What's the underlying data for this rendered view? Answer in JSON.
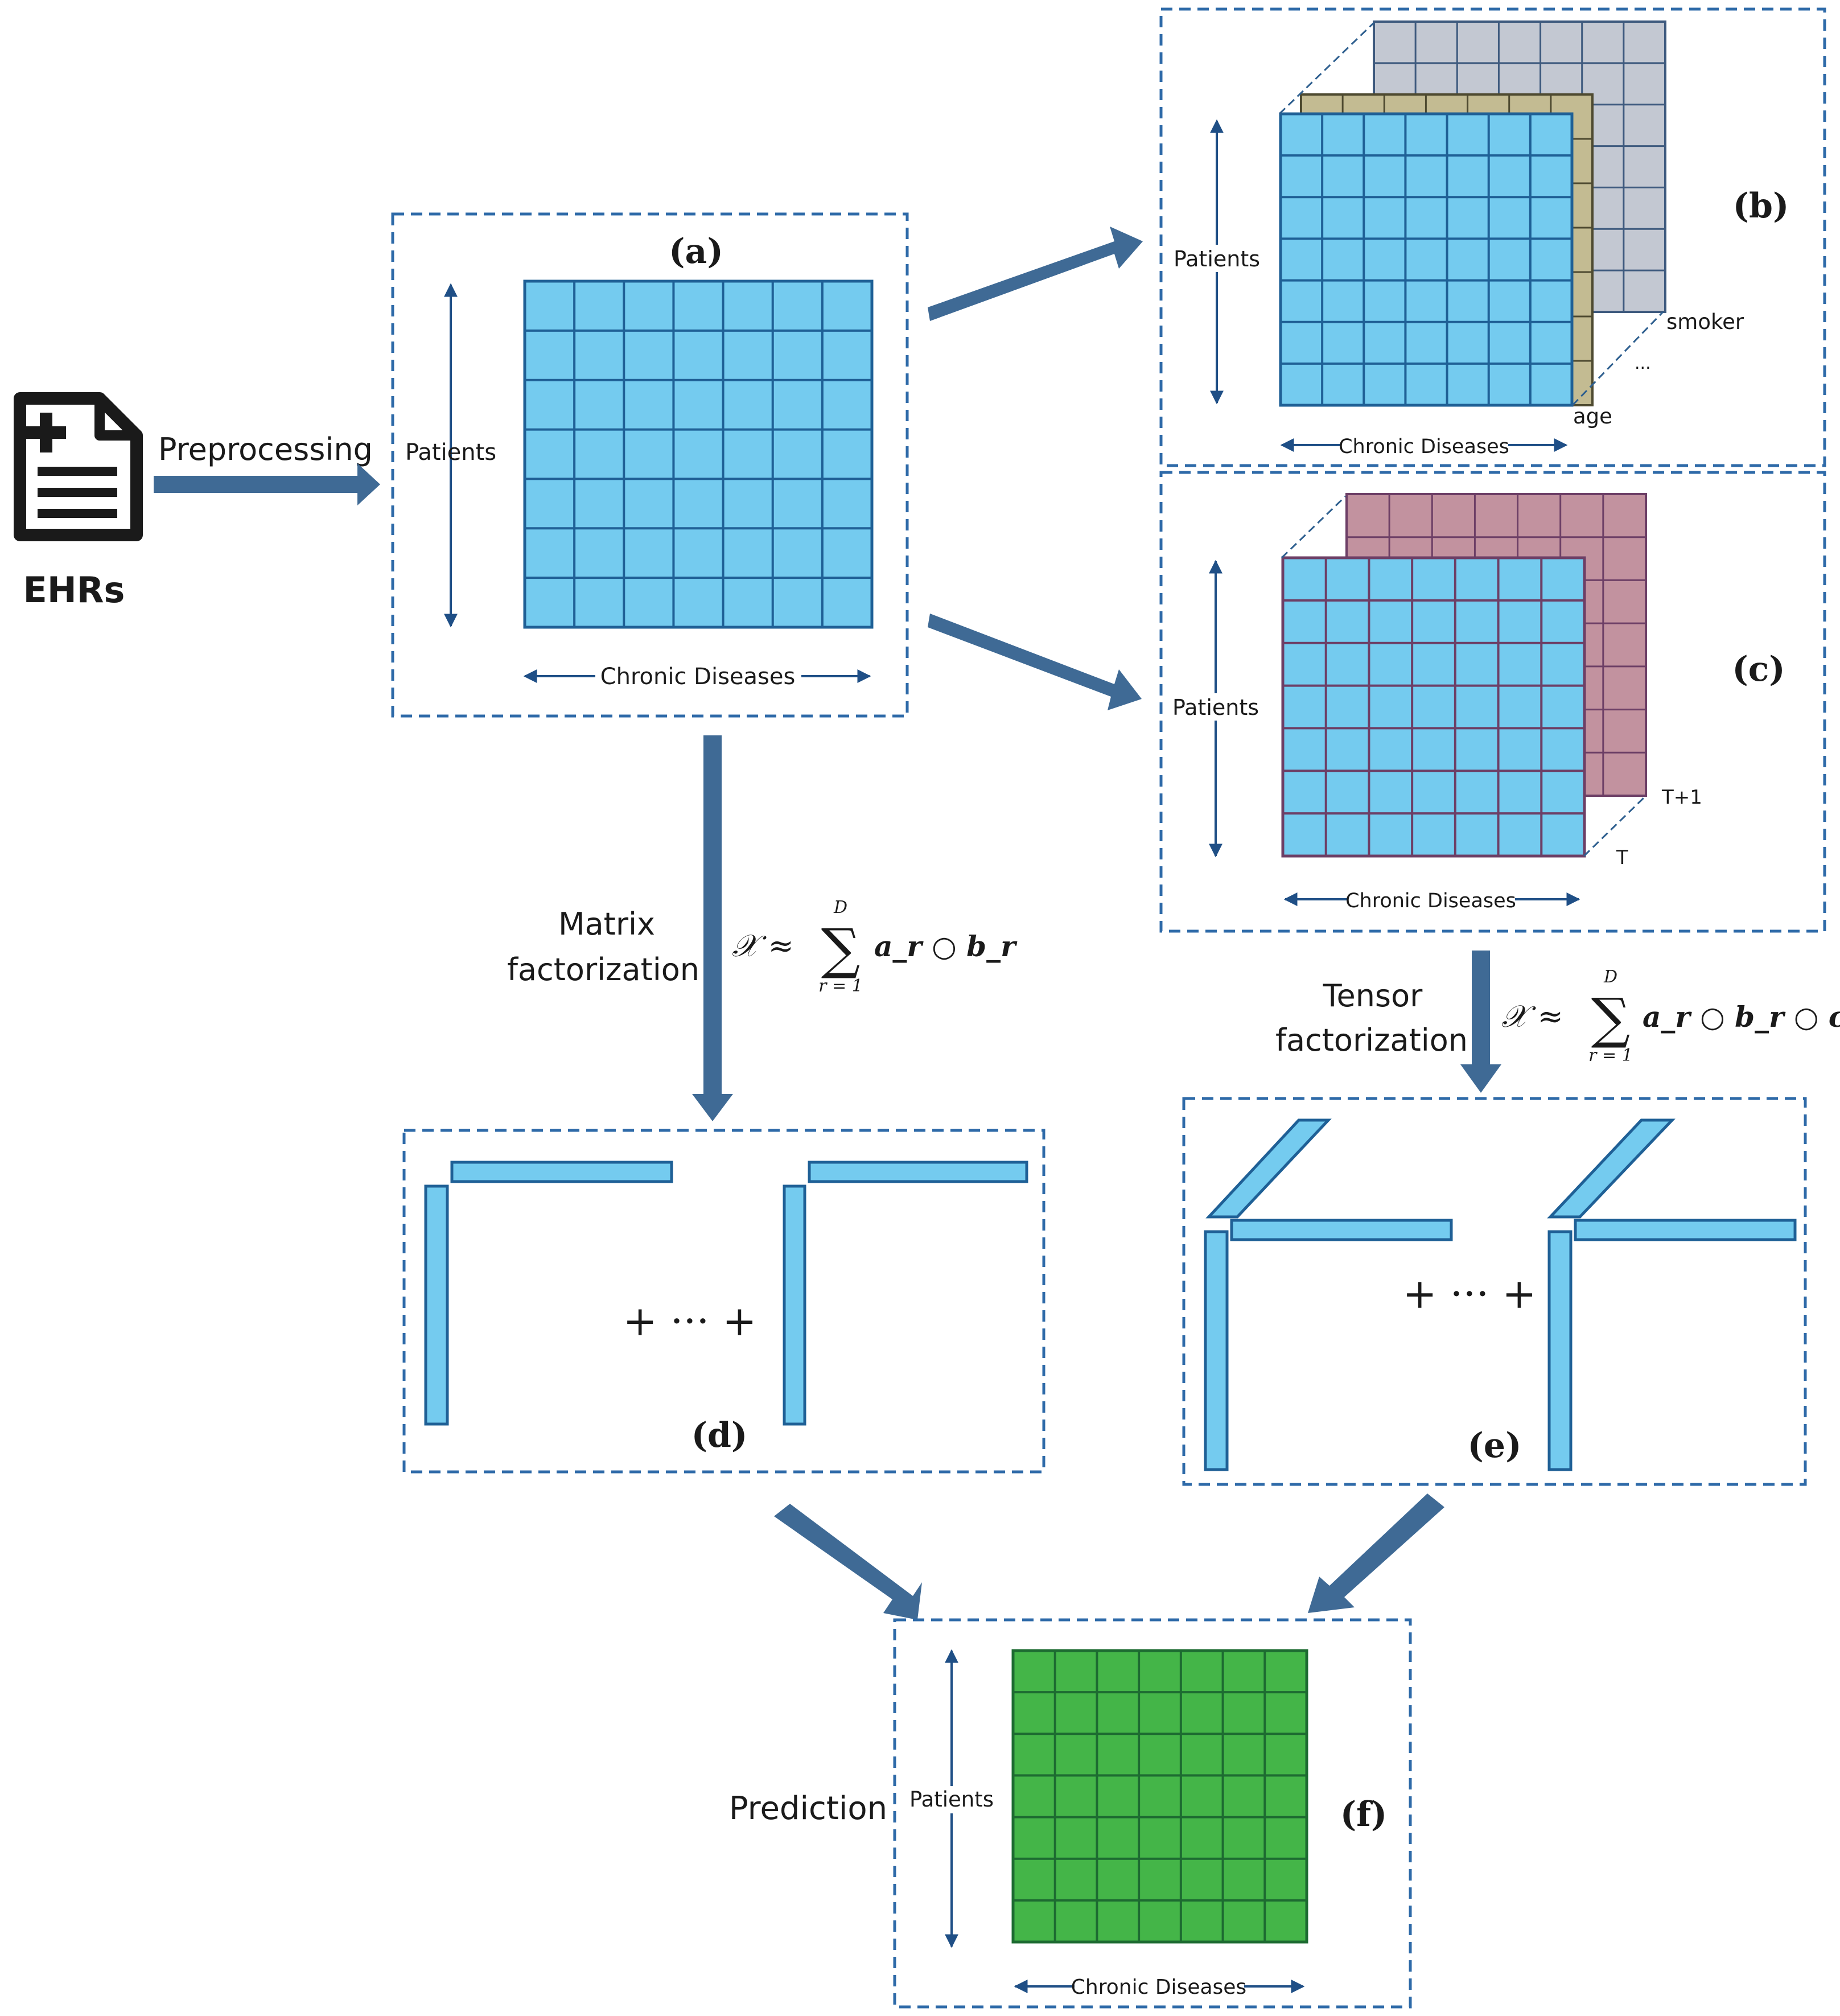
{
  "labels": {
    "ehrs": "EHRs",
    "preprocessing": "Preprocessing",
    "panel_a": "(a)",
    "panel_b": "(b)",
    "panel_c": "(c)",
    "panel_d": "(d)",
    "panel_e": "(e)",
    "panel_f": "(f)",
    "patients": "Patients",
    "chronic_diseases": "Chronic Diseases",
    "smoker": "smoker",
    "ellipsis": "...",
    "age": "age",
    "t_plus_1": "T+1",
    "t": "T",
    "matrix_factorization_1": "Matrix",
    "matrix_factorization_2": "factorization",
    "tensor_factorization_1": "Tensor",
    "tensor_factorization_2": "factorization",
    "plus_dots_plus": "+ ··· +",
    "prediction": "Prediction"
  },
  "formulas": {
    "matrix": {
      "lhs": "𝒳 ≈",
      "sum": "∑",
      "upper": "D",
      "lower": "r = 1",
      "rhs": "a_r ○ b_r"
    },
    "tensor": {
      "lhs": "𝒳 ≈",
      "sum": "∑",
      "upper": "D",
      "lower": "r = 1",
      "rhs": "a_r ○ b_r ○ c_r"
    }
  },
  "colors": {
    "dash_border": "#2e6aa8",
    "arrow": "#3f6a95",
    "cell_blue": "#74cbef",
    "cell_blue_line": "#1f6096",
    "cell_green": "#44b548",
    "cell_green_line": "#1d6b31",
    "layer_gray": "#c3c8d2",
    "layer_tan": "#c3bb92",
    "layer_pink": "#c2929f",
    "layer_pink_line": "#6d3f66",
    "text": "#1a1a1a"
  }
}
